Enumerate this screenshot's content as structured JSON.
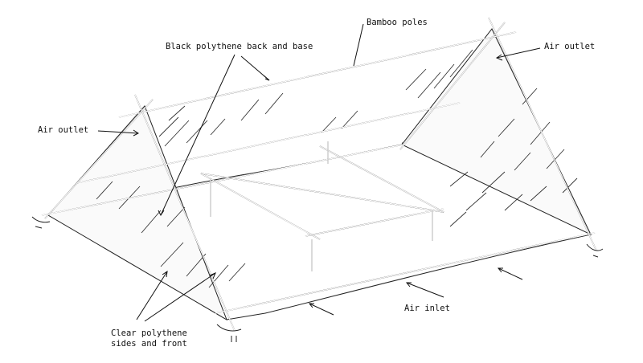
{
  "labels": {
    "bamboo_poles": "Bamboo poles",
    "black_polythene": "Black polythene back and base",
    "air_outlet_right": "Air outlet",
    "air_outlet_left": "Air outlet",
    "air_inlet": "Air inlet",
    "clear_polythene_line1": "Clear polythene",
    "clear_polythene_line2": "sides and front"
  }
}
